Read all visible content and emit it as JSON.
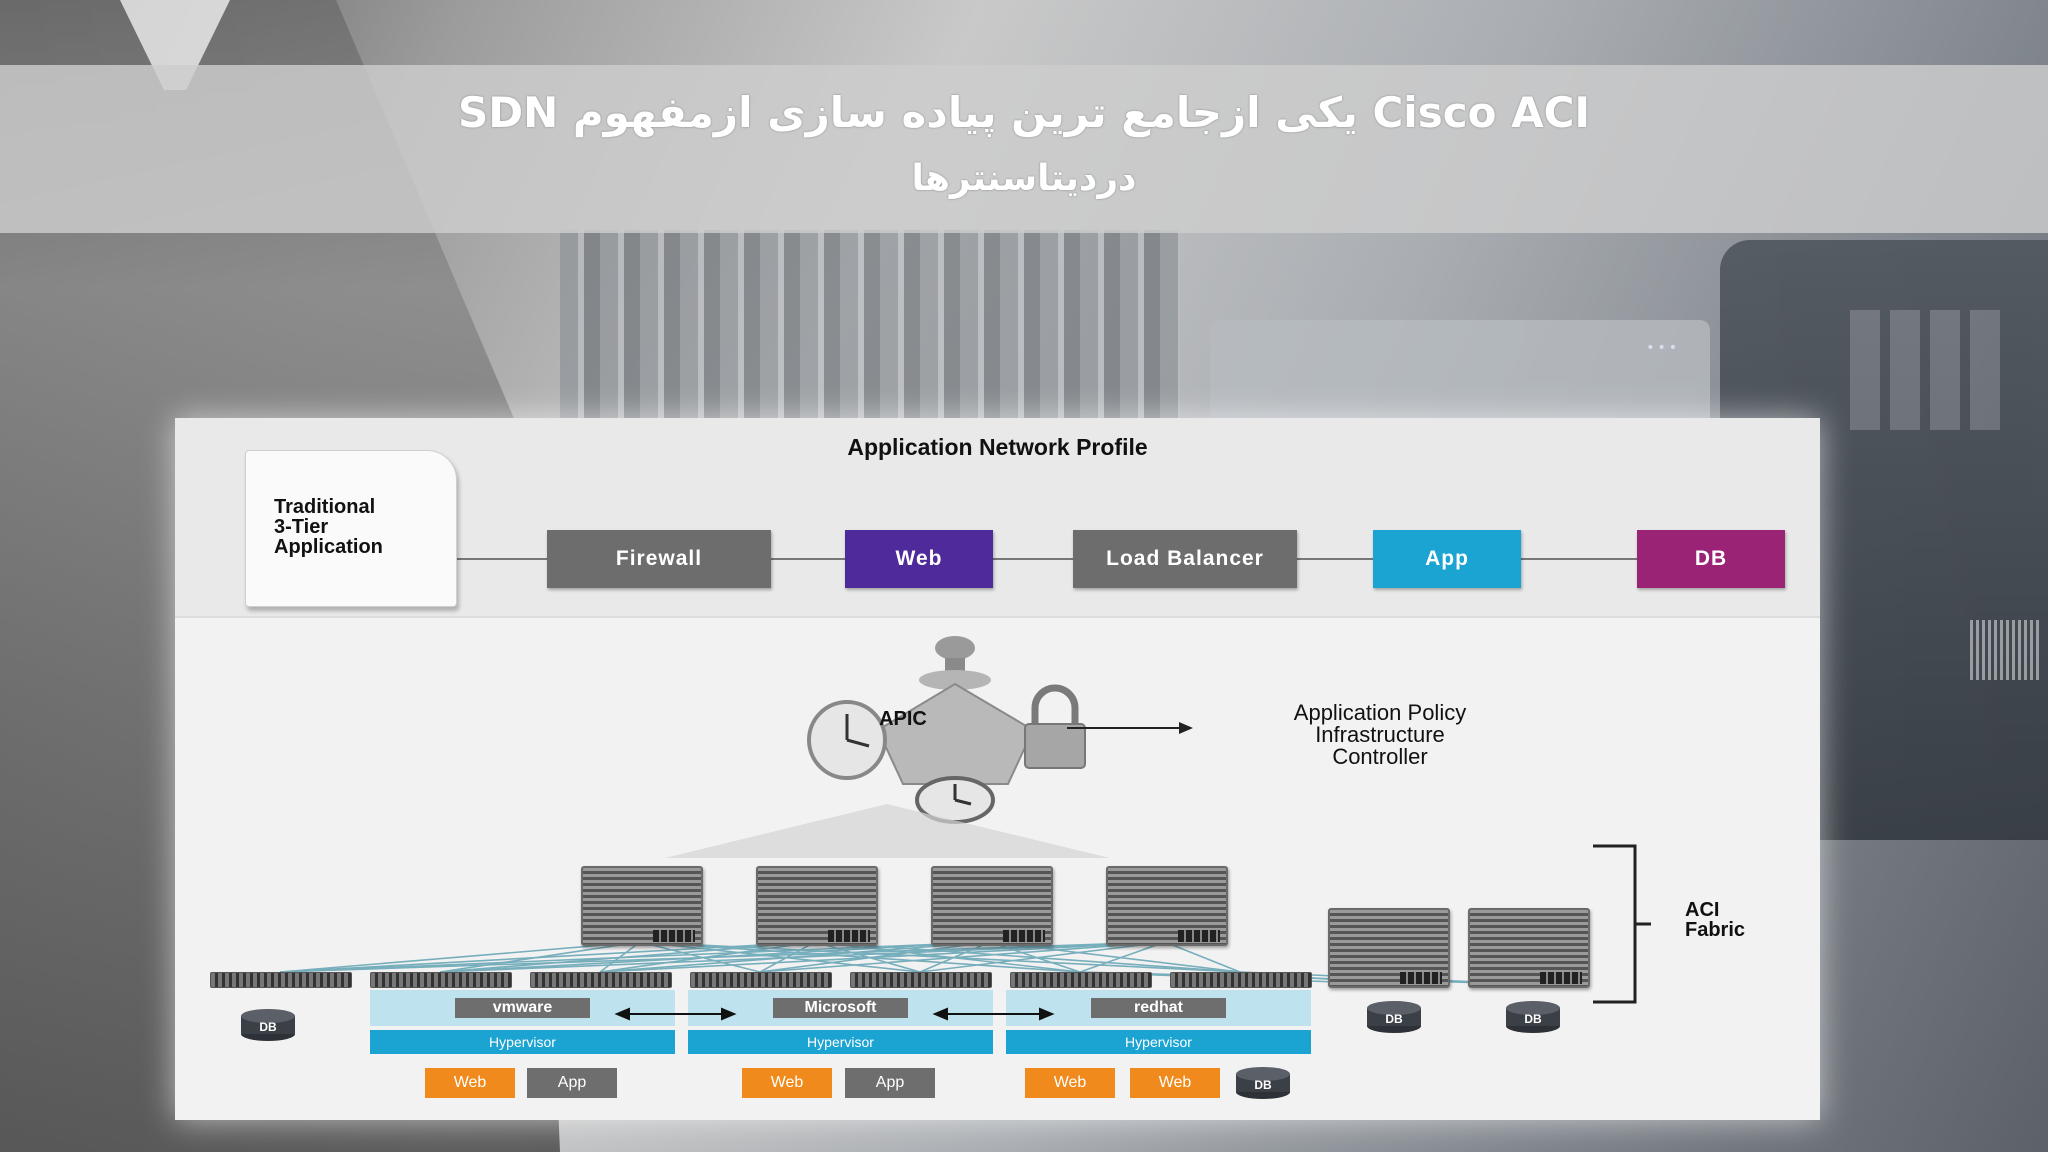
{
  "title": {
    "line1": "Cisco ACI  یکی ازجامع ترین پیاده سازی ازمفهوم SDN",
    "line2": "دردیتاسنترها"
  },
  "profile": {
    "heading": "Application Network Profile",
    "app_doc": "Traditional\n3-Tier\nApplication",
    "chain": [
      {
        "label": "Firewall",
        "color": "#6d6d6d"
      },
      {
        "label": "Web",
        "color": "#4e2a9a"
      },
      {
        "label": "Load Balancer",
        "color": "#6d6d6d"
      },
      {
        "label": "App",
        "color": "#1ba3d1"
      },
      {
        "label": "DB",
        "color": "#9a2376"
      }
    ]
  },
  "apic": {
    "label": "APIC",
    "description": "Application Policy\nInfrastructure\nController"
  },
  "fabric": {
    "label": "ACI\nFabric",
    "hypervisors": [
      {
        "vendor": "vmware",
        "type": "Hypervisor",
        "vms": [
          "Web",
          "App"
        ]
      },
      {
        "vendor": "Microsoft",
        "type": "Hypervisor",
        "vms": [
          "Web",
          "App"
        ]
      },
      {
        "vendor": "redhat",
        "type": "Hypervisor",
        "vms": [
          "Web",
          "Web",
          "DB"
        ]
      }
    ],
    "db_label": "DB",
    "colors": {
      "web_vm": "#f08a1c",
      "app_vm": "#6e6e6e",
      "db": "#333740",
      "link": "#6aa7b7"
    }
  },
  "icons": [
    "person-icon",
    "clock-icon",
    "lock-icon",
    "arrow-icon",
    "bracket-icon",
    "switch-icon",
    "database-icon"
  ]
}
